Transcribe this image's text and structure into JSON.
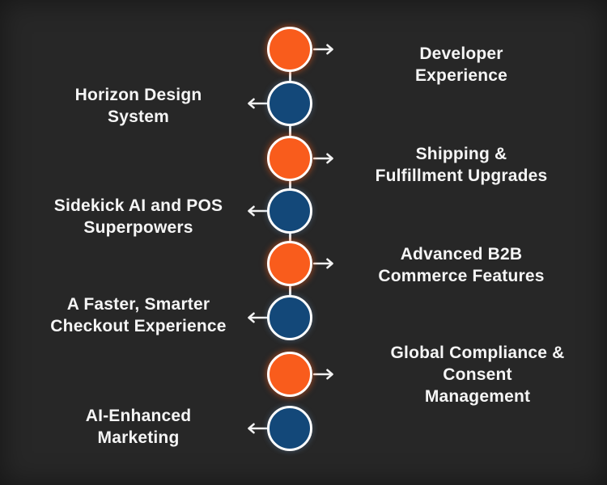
{
  "diagram": {
    "background": "#272727",
    "node_colors": {
      "orange": "#F95C1C",
      "navy": "#134879"
    },
    "circle_stroke": "#FFFFFF",
    "arrow_color": "#F2F2F2",
    "text_color": "#F5F5F5",
    "items": [
      {
        "label": "Developer Experience",
        "lines": [
          "Developer",
          "Experience"
        ],
        "side": "right",
        "node_color": "orange"
      },
      {
        "label": "Horizon Design System",
        "lines": [
          "Horizon Design",
          "System"
        ],
        "side": "left",
        "node_color": "navy"
      },
      {
        "label": "Shipping & Fulfillment Upgrades",
        "lines": [
          "Shipping &",
          "Fulfillment Upgrades"
        ],
        "side": "right",
        "node_color": "orange"
      },
      {
        "label": "Sidekick AI and POS Superpowers",
        "lines": [
          "Sidekick AI and POS",
          "Superpowers"
        ],
        "side": "left",
        "node_color": "navy"
      },
      {
        "label": "Advanced B2B Commerce Features",
        "lines": [
          "Advanced B2B",
          "Commerce Features"
        ],
        "side": "right",
        "node_color": "orange"
      },
      {
        "label": "A Faster, Smarter Checkout Experience",
        "lines": [
          "A Faster, Smarter",
          "Checkout Experience"
        ],
        "side": "left",
        "node_color": "navy"
      },
      {
        "label": "Global Compliance & Consent Management",
        "lines": [
          "Global Compliance &",
          "Consent",
          "Management"
        ],
        "side": "right",
        "node_color": "orange"
      },
      {
        "label": "AI-Enhanced Marketing",
        "lines": [
          "AI-Enhanced",
          "Marketing"
        ],
        "side": "left",
        "node_color": "navy"
      }
    ]
  }
}
